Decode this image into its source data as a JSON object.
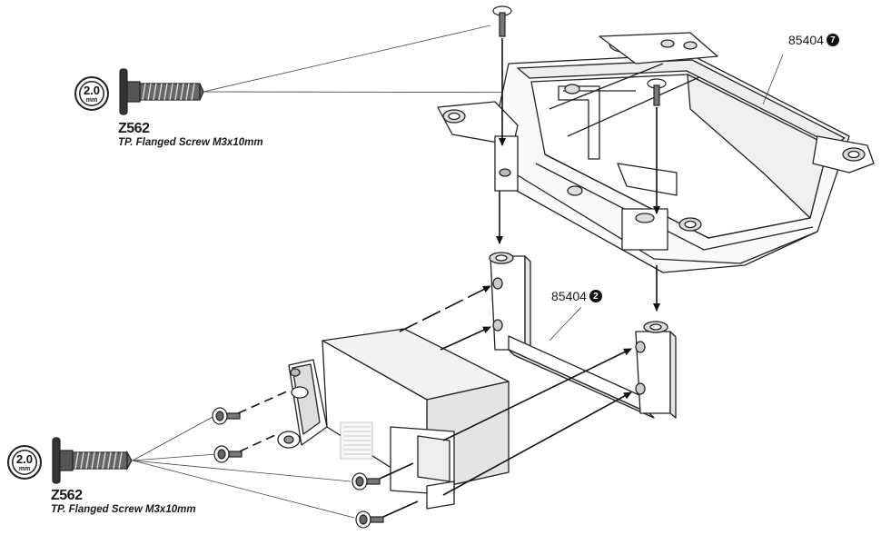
{
  "screw_callouts": [
    {
      "tool_size": "2.0",
      "tool_unit": "mm",
      "part_code": "Z562",
      "description": "TP. Flanged Screw M3x10mm"
    },
    {
      "tool_size": "2.0",
      "tool_unit": "mm",
      "part_code": "Z562",
      "description": "TP. Flanged Screw M3x10mm"
    }
  ],
  "part_callouts": [
    {
      "part_number": "85404",
      "step": "7"
    },
    {
      "part_number": "85404",
      "step": "2"
    }
  ],
  "colors": {
    "line": "#222222",
    "fill": "#ffffff",
    "shade": "#d9d9d9"
  }
}
